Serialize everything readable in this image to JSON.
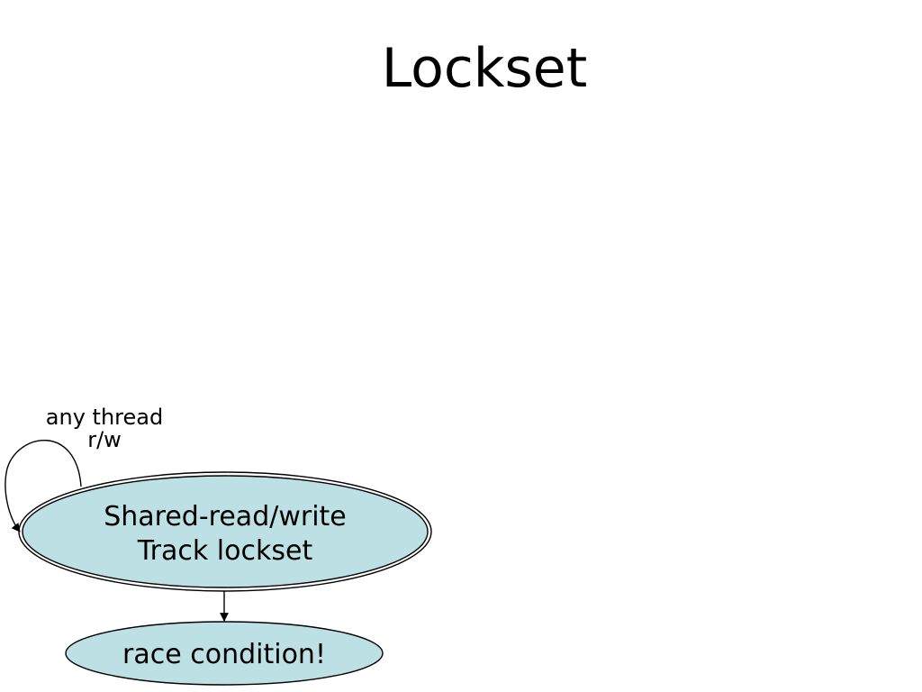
{
  "slide": {
    "title": "Lockset"
  },
  "diagram": {
    "states": {
      "shared_rw": {
        "line1": "Shared-read/write",
        "line2": "Track lockset"
      },
      "race": {
        "label": "race condition!"
      }
    },
    "transitions": {
      "self_loop": {
        "line1": "any thread",
        "line2": "r/w"
      }
    },
    "colors": {
      "state_fill": "#bce0e4",
      "stroke": "#000000"
    }
  }
}
